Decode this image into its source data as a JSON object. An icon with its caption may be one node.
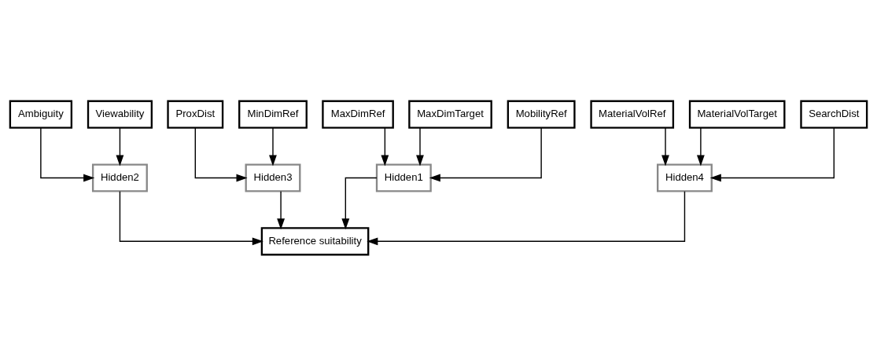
{
  "diagram": {
    "nodes": [
      {
        "text": [
          "MaxDimRef"
        ]
      },
      {
        "text": [
          "MaxDimTarget"
        ]
      },
      {
        "text": [
          "MobilityRef"
        ]
      },
      {
        "text": [
          "ProxDist"
        ]
      },
      {
        "text": [
          "MinDimRef"
        ]
      },
      {
        "text": [
          "Ambiguity"
        ]
      },
      {
        "text": [
          "Viewability"
        ]
      },
      {
        "text": [
          "MaterialVolRef"
        ]
      },
      {
        "text": [
          "MaterialVolTarget"
        ]
      },
      {
        "text": [
          "SearchDist"
        ]
      },
      {
        "text": [
          "Hidden1"
        ]
      },
      {
        "text": [
          "Hidden2"
        ]
      },
      {
        "text": [
          "Hidden3"
        ]
      },
      {
        "text": [
          "Hidden4"
        ]
      },
      {
        "text": [
          "Reference suitability"
        ]
      }
    ],
    "edges": [
      {
        "from": 0,
        "to": 10,
        "arrow": "to"
      },
      {
        "from": 1,
        "to": 10,
        "arrow": "to"
      },
      {
        "from": 2,
        "to": 10,
        "arrow": "to"
      },
      {
        "from": 5,
        "to": 11,
        "arrow": "to"
      },
      {
        "from": 6,
        "to": 11,
        "arrow": "to"
      },
      {
        "from": 3,
        "to": 12,
        "arrow": "to"
      },
      {
        "from": 4,
        "to": 12,
        "arrow": "to"
      },
      {
        "from": 7,
        "to": 13,
        "arrow": "to"
      },
      {
        "from": 8,
        "to": 13,
        "arrow": "to"
      },
      {
        "from": 9,
        "to": 13,
        "arrow": "to"
      },
      {
        "from": 10,
        "to": 14,
        "arrow": "to"
      },
      {
        "from": 11,
        "to": 14,
        "arrow": "to"
      },
      {
        "from": 12,
        "to": 14,
        "arrow": "to"
      },
      {
        "from": 13,
        "to": 14,
        "arrow": "to"
      }
    ]
  }
}
